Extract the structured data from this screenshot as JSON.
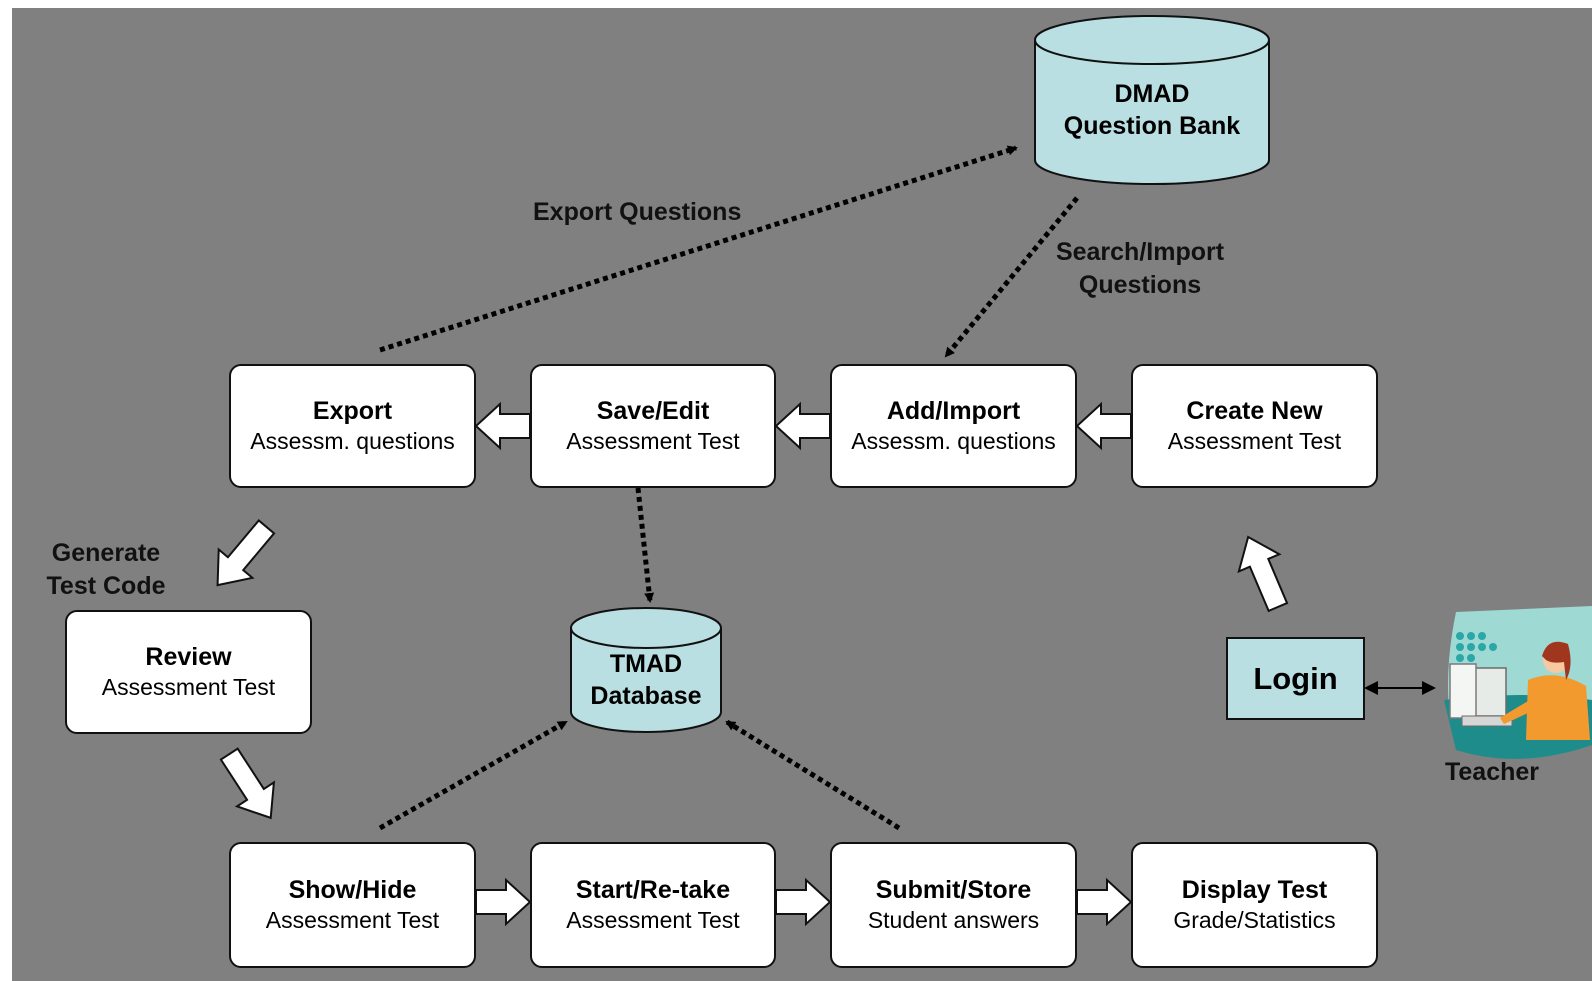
{
  "colors": {
    "background": "#808080",
    "box_fill": "#ffffff",
    "database_fill": "#b9dfe2",
    "login_fill": "#b9dfe2"
  },
  "databases": {
    "dmad": {
      "line1": "DMAD",
      "line2": "Question Bank"
    },
    "tmad": {
      "line1": "TMAD",
      "line2": "Database"
    }
  },
  "top_row": [
    {
      "title": "Export",
      "subtitle": "Assessm. questions"
    },
    {
      "title": "Save/Edit",
      "subtitle": "Assessment Test"
    },
    {
      "title": "Add/Import",
      "subtitle": "Assessm. questions"
    },
    {
      "title": "Create New",
      "subtitle": "Assessment Test"
    }
  ],
  "review": {
    "title": "Review",
    "subtitle": "Assessment Test"
  },
  "bottom_row": [
    {
      "title": "Show/Hide",
      "subtitle": "Assessment Test"
    },
    {
      "title": "Start/Re-take",
      "subtitle": "Assessment Test"
    },
    {
      "title": "Submit/Store",
      "subtitle": "Student answers"
    },
    {
      "title": "Display Test",
      "subtitle": "Grade/Statistics"
    }
  ],
  "labels": {
    "export_questions": "Export Questions",
    "search_import_1": "Search/Import",
    "search_import_2": "Questions",
    "generate_1": "Generate",
    "generate_2": "Test Code"
  },
  "login": {
    "label": "Login"
  },
  "teacher": {
    "label": "Teacher",
    "icon": "teacher-at-computer-icon"
  }
}
